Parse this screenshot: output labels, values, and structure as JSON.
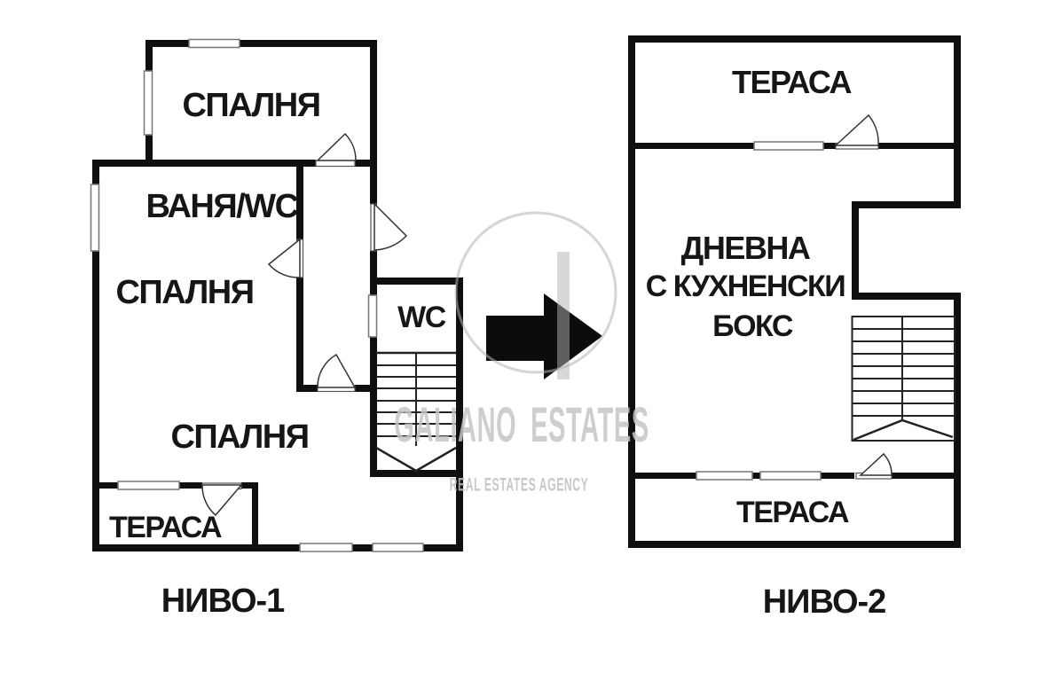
{
  "page": {
    "background": "#ffffff"
  },
  "colors": {
    "wall": "#0f0f0f",
    "watermark": "#bdbdbd"
  },
  "level1": {
    "caption": "НИВО-1",
    "bedroom_top": "СПАЛНЯ",
    "bath_wc": "ВАНЯ/WC",
    "bedroom_middle": "СПАЛНЯ",
    "wc": "WC",
    "bedroom_bottom": "СПАЛНЯ",
    "terrace": "ТЕРАСА"
  },
  "level2": {
    "caption": "НИВО-2",
    "terrace_top": "ТЕРАСА",
    "living_line1": "ДНЕВНА",
    "living_line2": "С КУХНЕНСКИ",
    "living_line3": "БОКС",
    "terrace_bottom": "ТЕРАСА"
  },
  "watermark": {
    "brand": "GALIANO ESTATES",
    "tagline": "REAL ESTATES AGENCY"
  }
}
